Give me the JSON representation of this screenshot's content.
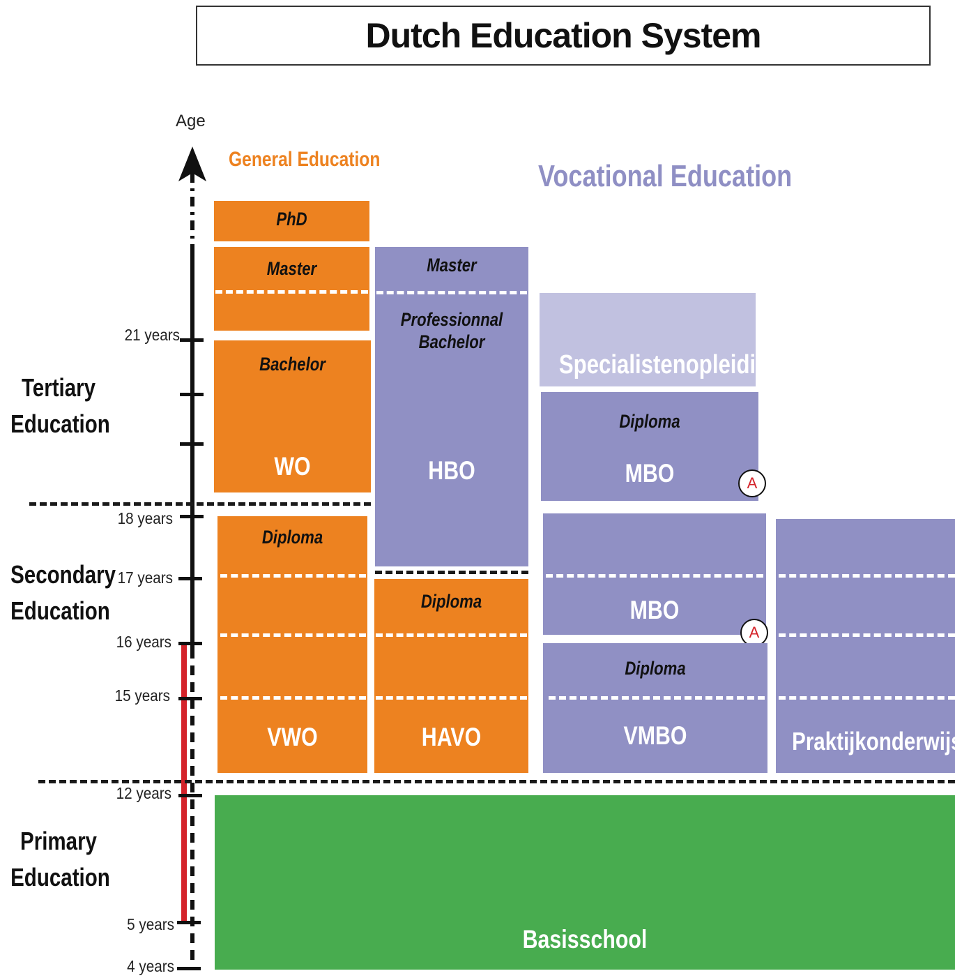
{
  "title": "Dutch Education System",
  "axis": {
    "label": "Age"
  },
  "headings": {
    "general": "General Education",
    "vocational": "Vocational Education"
  },
  "sections": {
    "tertiary": [
      "Tertiary",
      "Education"
    ],
    "secondary": [
      "Secondary",
      "Education"
    ],
    "primary": [
      "Primary",
      "Education"
    ]
  },
  "ages": {
    "a21": "21 years",
    "a18": "18 years",
    "a17": "17 years",
    "a16": "16 years",
    "a15": "15 years",
    "a12": "12 years",
    "a5": "5 years",
    "a4": "4 years"
  },
  "blocks": {
    "phd": "PhD",
    "wo_master": "Master",
    "wo_bachelor": "Bachelor",
    "wo": "WO",
    "hbo_master": "Master",
    "hbo_bachelor": [
      "Professionnal",
      "Bachelor"
    ],
    "hbo": "HBO",
    "specialist": "Specialistenopleiding",
    "mbo_top_diploma": "Diploma",
    "mbo_top": "MBO",
    "vwo_diploma": "Diploma",
    "vwo": "VWO",
    "havo_diploma": "Diploma",
    "havo": "HAVO",
    "mbo_mid": "MBO",
    "vmbo_diploma": "Diploma",
    "vmbo": "VMBO",
    "praktijk": "Praktijkonderwijs",
    "basisschool": "Basisschool"
  },
  "markers": {
    "access": "A"
  },
  "colors": {
    "general": "#ed8220",
    "vocational": "#9090c4",
    "specialist": "#c1c1e0",
    "primary": "#48ac4f",
    "compulsory": "#d4232a"
  }
}
